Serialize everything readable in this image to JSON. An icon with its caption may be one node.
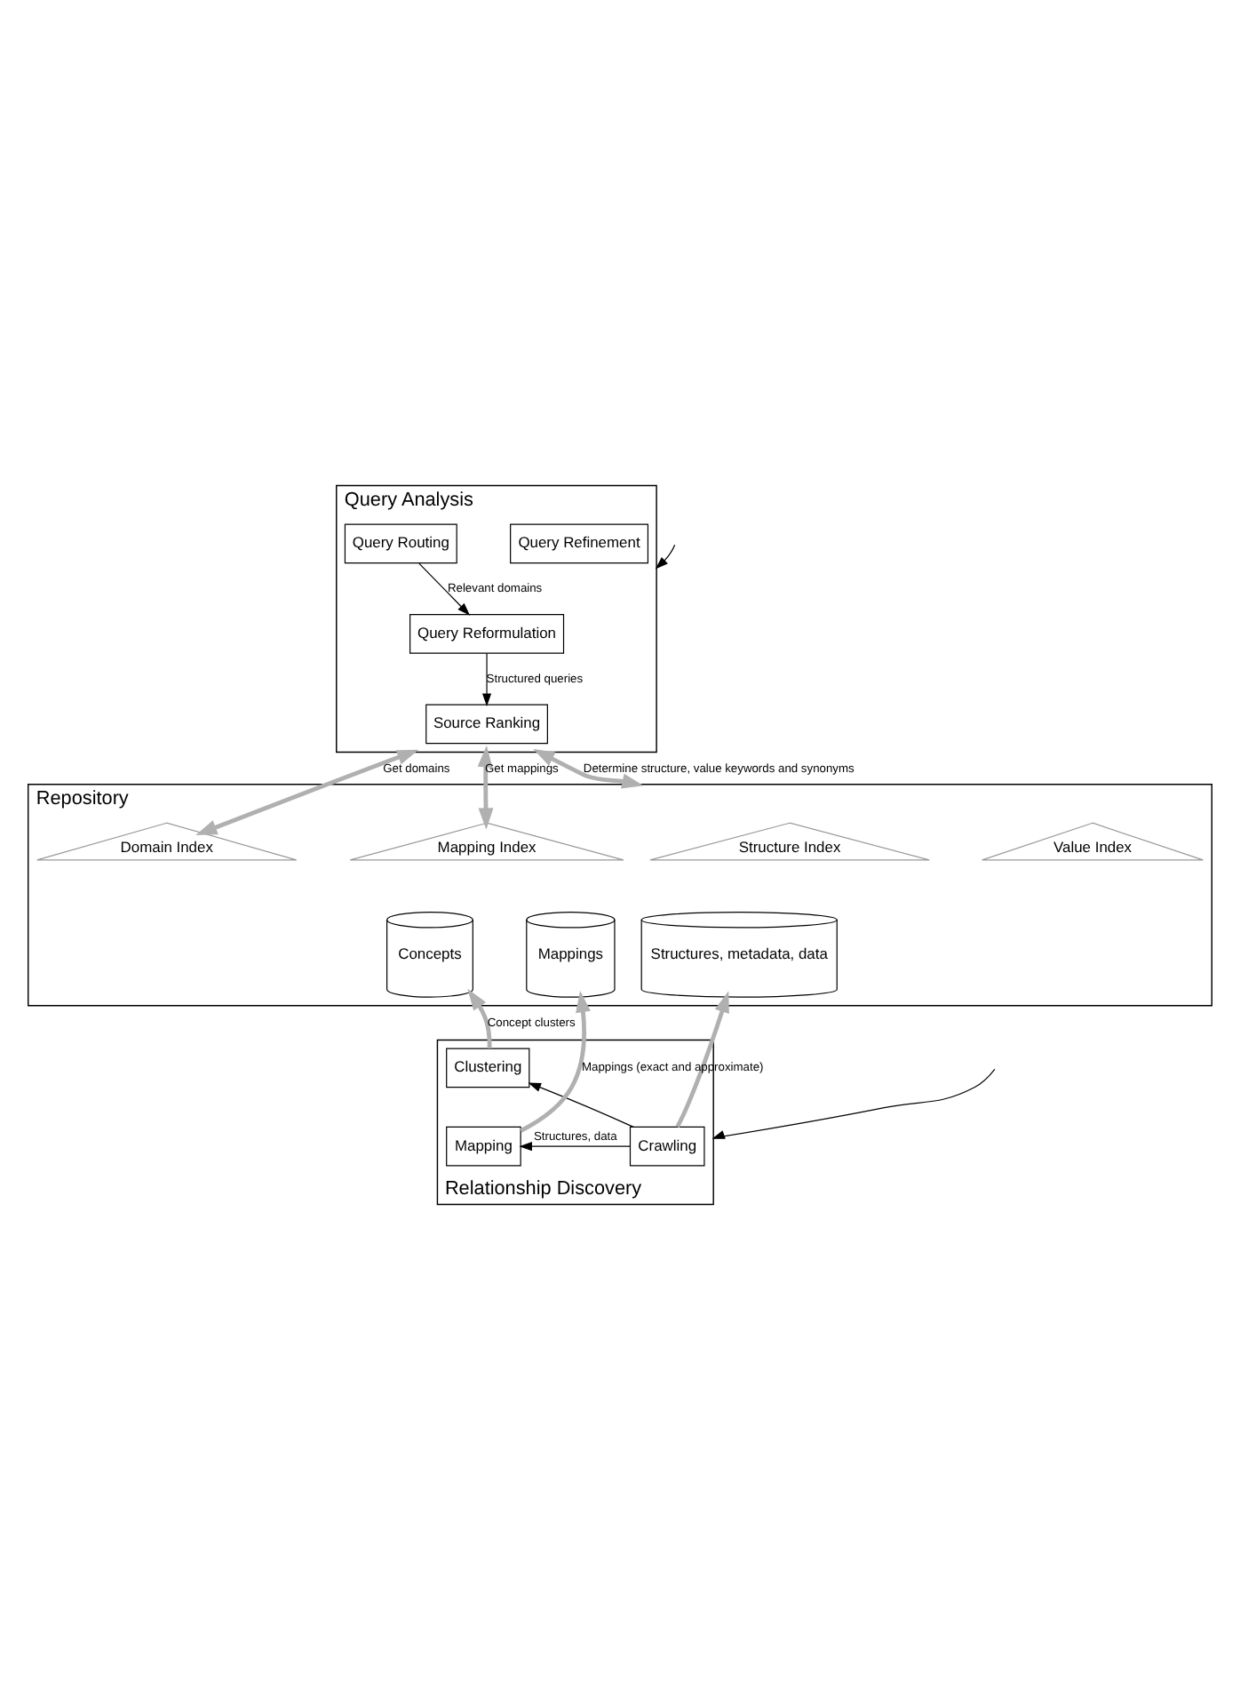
{
  "diagram": {
    "nodes": [
      {
        "text": [
          "Query Analysis"
        ]
      },
      {
        "text": [
          "Query Routing"
        ],
        "in": 0
      },
      {
        "text": [
          "Query Reformulation"
        ],
        "in": 0
      },
      {
        "text": [
          "Query Refinement"
        ],
        "in": 0
      },
      {
        "text": [
          "Source Ranking"
        ],
        "in": 0
      },
      {
        "text": [
          "Repository"
        ]
      },
      {
        "text": [
          "Structure Index"
        ],
        "in": 5
      },
      {
        "text": [
          "Value Index"
        ],
        "in": 5
      },
      {
        "text": [
          "Domain Index"
        ],
        "in": 5
      },
      {
        "text": [
          "Mapping Index"
        ],
        "in": 5
      },
      {
        "text": [
          "Structures, metadata, data"
        ],
        "in": 5
      },
      {
        "text": [
          "Concepts"
        ],
        "in": 5
      },
      {
        "text": [
          "Mappings"
        ],
        "in": 5
      },
      {
        "text": [
          "Relationship Discovery"
        ]
      },
      {
        "text": [
          "Clustering"
        ],
        "in": 13
      },
      {
        "text": [
          "Crawling"
        ],
        "in": 13
      },
      {
        "text": [
          "Mapping"
        ],
        "in": 13
      }
    ],
    "edges": [
      {
        "from": null,
        "to": 0,
        "arrow": "to",
        "color": "#000000"
      },
      {
        "from": 1,
        "to": 2,
        "arrow": "to",
        "label": "Relevant domains",
        "color": "#000000"
      },
      {
        "from": 2,
        "to": 4,
        "arrow": "to",
        "label": "Structured queries",
        "color": "#000000"
      },
      {
        "from": 0,
        "to": 5,
        "arrow": "both",
        "label": "Determine structure, value keywords and synonyms",
        "style": "thick",
        "color": "#b0b0b0"
      },
      {
        "from": 0,
        "to": 8,
        "arrow": "both",
        "label": "Get domains",
        "style": "thick",
        "color": "#b0b0b0"
      },
      {
        "from": 0,
        "to": 9,
        "arrow": "both",
        "label": "Get mappings",
        "style": "thick",
        "color": "#b0b0b0"
      },
      {
        "from": 15,
        "to": 10,
        "arrow": "to",
        "style": "thick",
        "color": "#b0b0b0"
      },
      {
        "from": 14,
        "to": 11,
        "arrow": "to",
        "label": "Concept clusters",
        "style": "thick",
        "color": "#b0b0b0"
      },
      {
        "from": 16,
        "to": 12,
        "arrow": "to",
        "label": "Mappings (exact and approximate)",
        "style": "thick",
        "color": "#b0b0b0"
      },
      {
        "from": null,
        "to": 13,
        "arrow": "to",
        "color": "#000000"
      },
      {
        "from": 15,
        "to": 16,
        "arrow": "to",
        "label": "Structures, data",
        "color": "#000000"
      },
      {
        "from": 15,
        "to": 14,
        "arrow": "to",
        "color": "#000000"
      }
    ]
  }
}
